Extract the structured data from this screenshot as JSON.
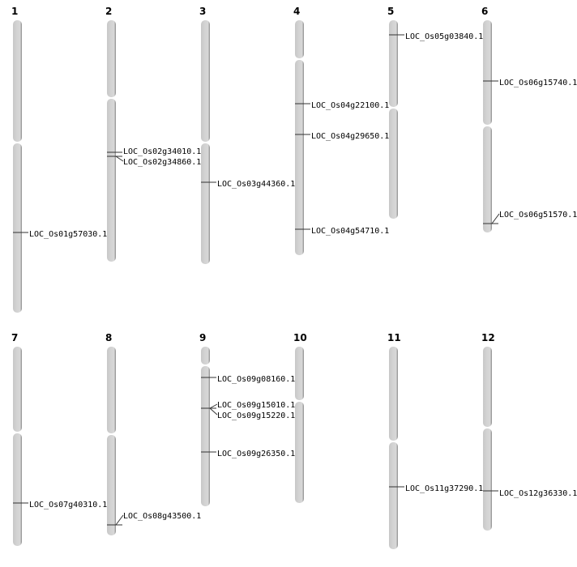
{
  "chromosomes": [
    {
      "name": "1",
      "genes": [
        "LOC_Os01g57030.1"
      ]
    },
    {
      "name": "2",
      "genes": [
        "LOC_Os02g34010.1",
        "LOC_Os02g34860.1"
      ]
    },
    {
      "name": "3",
      "genes": [
        "LOC_Os03g44360.1"
      ]
    },
    {
      "name": "4",
      "genes": [
        "LOC_Os04g22100.1",
        "LOC_Os04g29650.1",
        "LOC_Os04g54710.1"
      ]
    },
    {
      "name": "5",
      "genes": [
        "LOC_Os05g03840.1"
      ]
    },
    {
      "name": "6",
      "genes": [
        "LOC_Os06g15740.1",
        "LOC_Os06g51570.1"
      ]
    },
    {
      "name": "7",
      "genes": [
        "LOC_Os07g40310.1"
      ]
    },
    {
      "name": "8",
      "genes": [
        "LOC_Os08g43500.1"
      ]
    },
    {
      "name": "9",
      "genes": [
        "LOC_Os09g08160.1",
        "LOC_Os09g15010.1",
        "LOC_Os09g15220.1",
        "LOC_Os09g26350.1"
      ]
    },
    {
      "name": "10",
      "genes": []
    },
    {
      "name": "11",
      "genes": [
        "LOC_Os11g37290.1"
      ]
    },
    {
      "name": "12",
      "genes": [
        "LOC_Os12g36330.1"
      ]
    }
  ],
  "colors": {
    "chromosome": "#d4d4d4",
    "shadow": "#8a8a8a",
    "marker": "#333333"
  }
}
